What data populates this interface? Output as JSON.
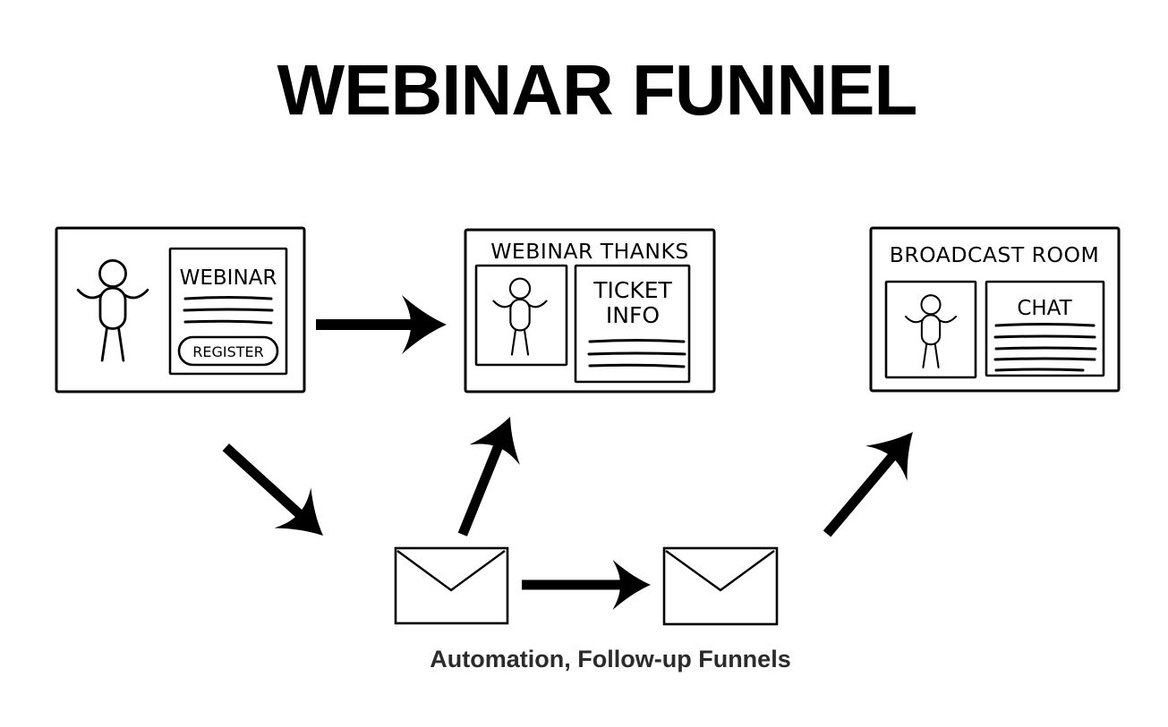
{
  "title": "WEBINAR FUNNEL",
  "caption": "Automation, Follow-up Funnels",
  "nodes": {
    "registration_page": {
      "heading": "WEBINAR",
      "button_label": "REGISTER"
    },
    "thanks_page": {
      "title": "WEBINAR THANKS",
      "panel_lines": [
        "TICKET",
        "INFO"
      ]
    },
    "broadcast_room": {
      "title": "BROADCAST ROOM",
      "panel_label": "CHAT"
    }
  },
  "icons": {
    "presenter": "stick-figure-icon",
    "email": "envelope-icon",
    "flow": "arrow-icon"
  },
  "colors": {
    "ink": "#000000",
    "background": "#ffffff"
  }
}
